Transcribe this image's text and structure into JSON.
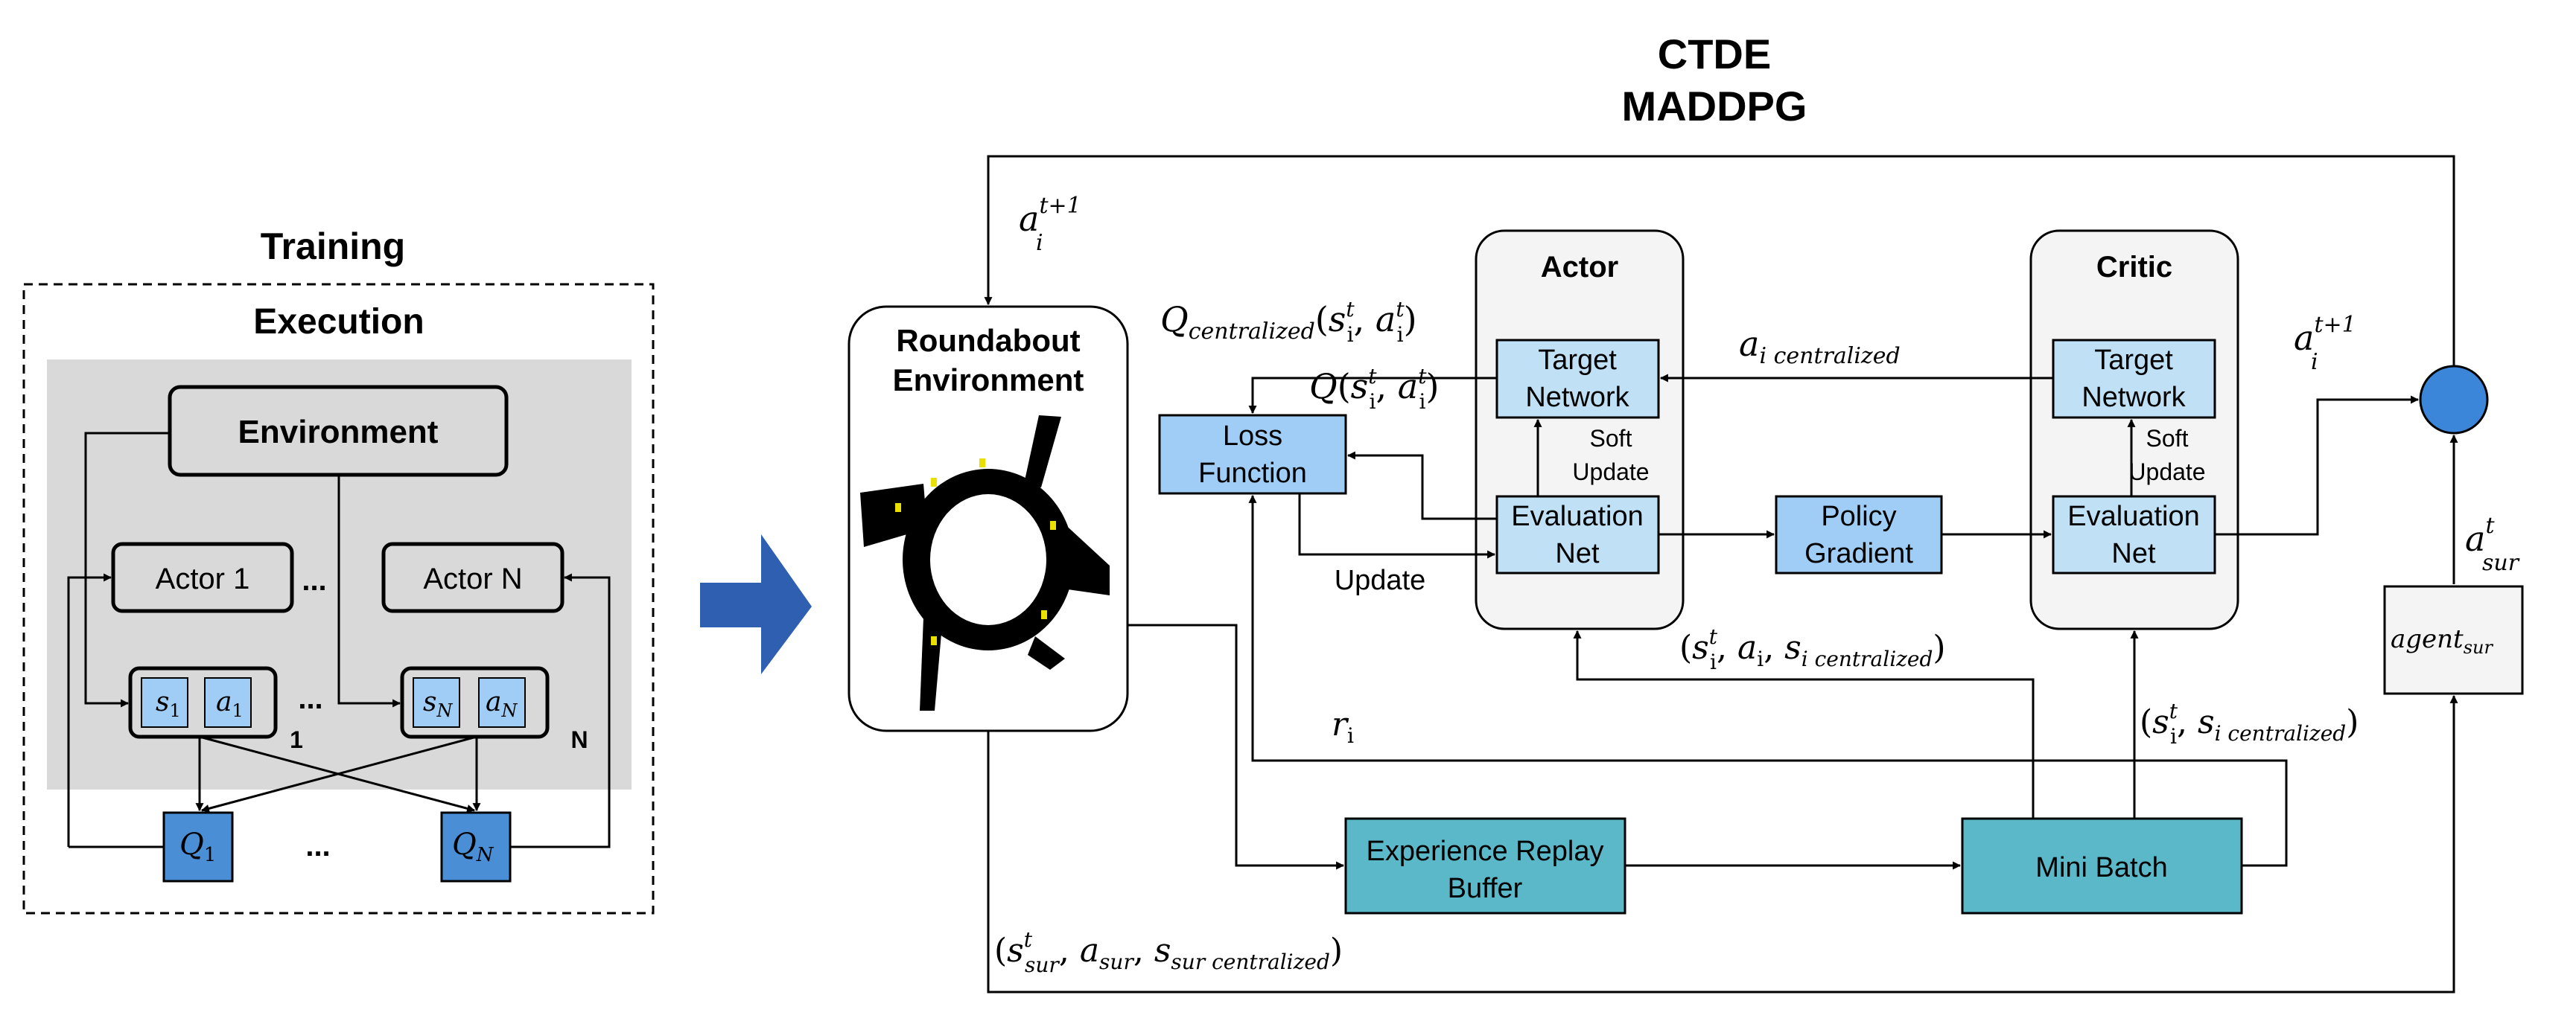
{
  "left": {
    "training": "Training",
    "execution": "Execution",
    "environment": "Environment",
    "actor1": "Actor 1",
    "actorN": "Actor N",
    "dots": "...",
    "s1": "s",
    "s1_sub": "1",
    "a1": "a",
    "a1_sub": "1",
    "sN": "s",
    "sN_sub": "N",
    "aN": "a",
    "aN_sub": "N",
    "num1": "1",
    "numN": "N",
    "q1": "Q",
    "q1_sub": "1",
    "qN": "Q",
    "qN_sub": "N"
  },
  "right": {
    "title_line1": "CTDE",
    "title_line2": "MADDPG",
    "roundabout_line1": "Roundabout",
    "roundabout_line2": "Environment",
    "actor": "Actor",
    "critic": "Critic",
    "target_network_line1": "Target",
    "target_network_line2": "Network",
    "evaluation_net_line1": "Evaluation",
    "evaluation_net_line2": "Net",
    "soft_update_line1": "Soft",
    "soft_update_line2": "Update",
    "loss_function_line1": "Loss",
    "loss_function_line2": "Function",
    "policy_gradient_line1": "Policy",
    "policy_gradient_line2": "Gradient",
    "update": "Update",
    "experience_replay_line1": "Experience Replay",
    "experience_replay_line2": "Buffer",
    "mini_batch": "Mini Batch",
    "agent_sur": "agent",
    "agent_sur_sub": "sur"
  },
  "math": {
    "a_next": {
      "base": "a",
      "sub": "i",
      "sup": "t+1"
    },
    "a_next_right": {
      "base": "a",
      "sub": "i",
      "sup": "t+1"
    },
    "a_sur": {
      "base": "a",
      "sub": "sur",
      "sup": "t"
    },
    "q_central": {
      "Q": "Q",
      "sub": "centralized",
      "open": "(",
      "s": "s",
      "s_sub": "i",
      "s_sup": "t",
      "comma": ", ",
      "a": "a",
      "a_sub": "i",
      "a_sup": "t",
      "close": ")"
    },
    "q_plain": {
      "Q": "Q",
      "open": "(",
      "s": "s",
      "s_sub": "i",
      "s_sup": "t",
      "comma": ", ",
      "a": "a",
      "a_sub": "i",
      "a_sup": "t",
      "close": ")"
    },
    "a_central": {
      "base": "a",
      "sub": "i centralized"
    },
    "tuple_actor": {
      "open": "(",
      "s": "s",
      "s_sub": "i",
      "s_sup": "t",
      "c1": ", ",
      "a": "a",
      "a_sub": "i",
      "c2": ", ",
      "s2": "s",
      "s2_sub": "i centralized",
      "close": ")"
    },
    "tuple_critic": {
      "open": "(",
      "s": "s",
      "s_sub": "i",
      "s_sup": "t",
      "c1": ", ",
      "s2": "s",
      "s2_sub": "i centralized",
      "close": ")"
    },
    "r": {
      "base": "r",
      "sub": "i"
    },
    "tuple_sur": {
      "open": "(",
      "s": "s",
      "s_sub": "sur",
      "s_sup": "t",
      "c1": ", ",
      "a": "a",
      "a_sub": "sur",
      "c2": ", ",
      "s2": "s",
      "s2_sub": "sur centralized",
      "close": ")"
    }
  },
  "colors": {
    "gray_panel": "#d9d9d9",
    "light_blue": "#9fcdf5",
    "pale_blue": "#bfe0f5",
    "med_blue": "#4a8fd6",
    "teal": "#5bb8c8",
    "circle_blue": "#3b86d8",
    "arrow_blue": "#2f5fb0",
    "panel_gray": "#f4f4f4"
  },
  "icons": {
    "big_arrow": "right-arrow-icon",
    "roundabout": "roundabout-map-icon",
    "merge_circle": "merge-circle-icon"
  }
}
